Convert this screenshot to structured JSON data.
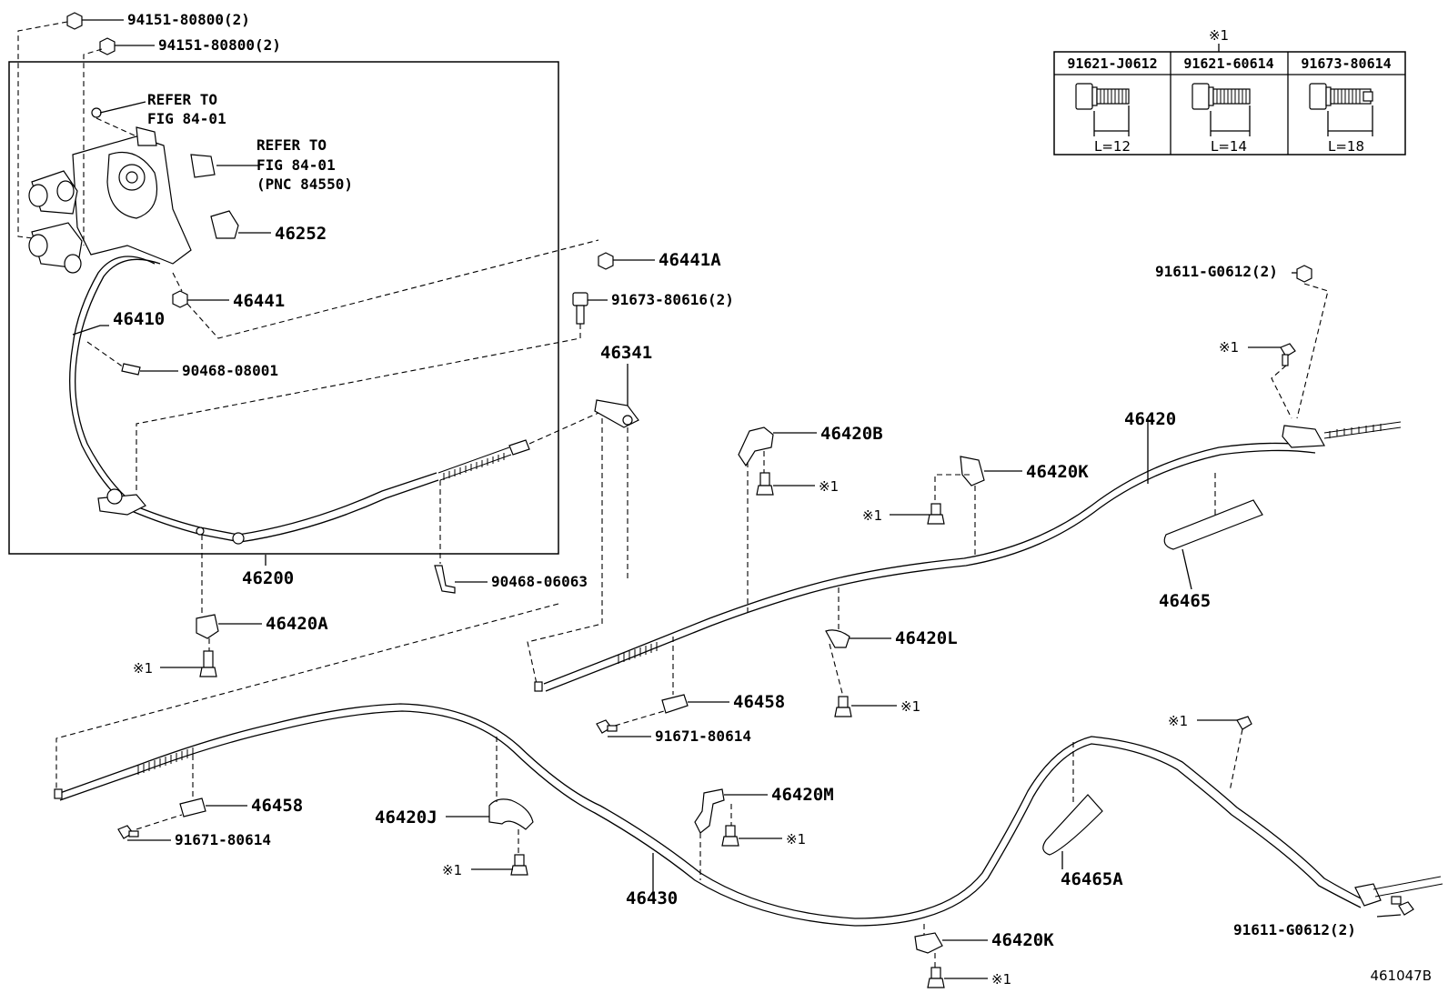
{
  "diagram_id": "461047B",
  "table": {
    "note": "※1",
    "columns": [
      {
        "part": "91621-J0612",
        "length": "L=12"
      },
      {
        "part": "91621-60614",
        "length": "L=14"
      },
      {
        "part": "91673-80614",
        "length": "L=18"
      }
    ]
  },
  "refer": {
    "a_line1": "REFER TO",
    "a_line2": "FIG 84-01",
    "b_line1": "REFER TO",
    "b_line2": "FIG 84-01",
    "b_line3": "(PNC 84550)"
  },
  "labels": {
    "p94151_a": "94151-80800(2)",
    "p94151_b": "94151-80800(2)",
    "p46252": "46252",
    "p46441": "46441",
    "p46441A": "46441A",
    "p46410": "46410",
    "p90468_08001": "90468-08001",
    "p91673_80616": "91673-80616(2)",
    "p46341": "46341",
    "p46200": "46200",
    "p90468_06063": "90468-06063",
    "p46420A": "46420A",
    "s1_a": "※1",
    "p46420B": "46420B",
    "s1_b": "※1",
    "p46420K_top": "46420K",
    "s1_c": "※1",
    "p46420": "46420",
    "p91611_top": "91611-G0612(2)",
    "s1_d": "※1",
    "p46465": "46465",
    "p46420L": "46420L",
    "s1_e": "※1",
    "p46458_mid": "46458",
    "p91671_mid": "91671-80614",
    "p46458_low": "46458",
    "p91671_low": "91671-80614",
    "p46420J": "46420J",
    "s1_f": "※1",
    "p46420M": "46420M",
    "s1_g": "※1",
    "p46430": "46430",
    "p46465A": "46465A",
    "s1_h": "※1",
    "p91611_low": "91611-G0612(2)",
    "p46420K_low": "46420K",
    "s1_i": "※1"
  }
}
